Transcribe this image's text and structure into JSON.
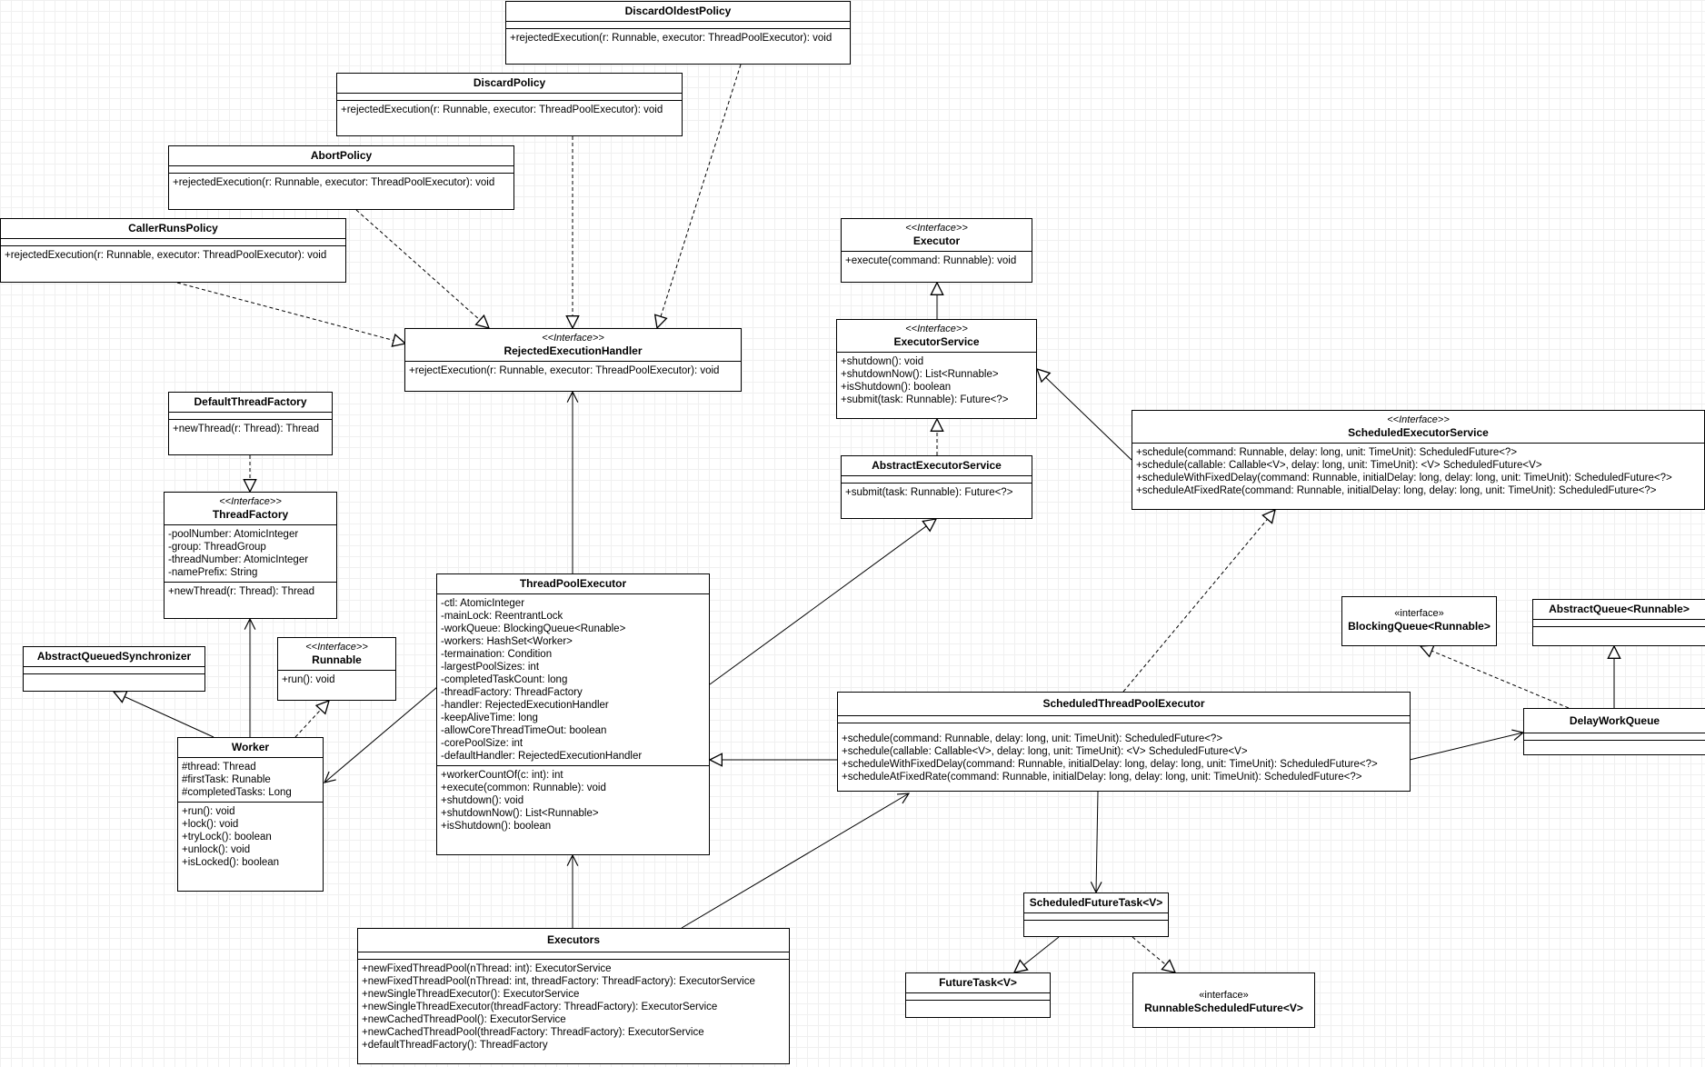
{
  "classes": {
    "discard_oldest": {
      "name": "DiscardOldestPolicy",
      "methods": [
        "+rejectedExecution(r: Runnable, executor: ThreadPoolExecutor): void"
      ]
    },
    "discard": {
      "name": "DiscardPolicy",
      "methods": [
        "+rejectedExecution(r: Runnable, executor: ThreadPoolExecutor): void"
      ]
    },
    "abort": {
      "name": "AbortPolicy",
      "methods": [
        "+rejectedExecution(r: Runnable, executor: ThreadPoolExecutor): void"
      ]
    },
    "caller_runs": {
      "name": "CallerRunsPolicy",
      "methods": [
        "+rejectedExecution(r: Runnable, executor: ThreadPoolExecutor): void"
      ]
    },
    "rejected_handler": {
      "stereotype": "<<Interface>>",
      "name": "RejectedExecutionHandler",
      "methods": [
        "+rejectExecution(r: Runnable, executor: ThreadPoolExecutor): void"
      ]
    },
    "executor": {
      "stereotype": "<<Interface>>",
      "name": "Executor",
      "methods": [
        "+execute(command: Runnable): void"
      ]
    },
    "executor_service": {
      "stereotype": "<<Interface>>",
      "name": "ExecutorService",
      "methods": [
        "+shutdown(): void",
        "+shutdownNow(): List<Runnable>",
        "+isShutdown(): boolean",
        "+submit(task: Runnable): Future<?>"
      ]
    },
    "abstract_executor_service": {
      "name": "AbstractExecutorService",
      "methods": [
        "+submit(task: Runnable): Future<?>"
      ]
    },
    "scheduled_executor_service": {
      "stereotype": "<<Interface>>",
      "name": "ScheduledExecutorService",
      "methods": [
        "+schedule(command: Runnable, delay: long, unit: TimeUnit): ScheduledFuture<?>",
        "+schedule(callable: Callable<V>, delay: long, unit: TimeUnit): <V> ScheduledFuture<V>",
        "+scheduleWithFixedDelay(command: Runnable, initialDelay: long, delay: long, unit: TimeUnit): ScheduledFuture<?>",
        "+scheduleAtFixedRate(command: Runnable, initialDelay: long, delay: long, unit: TimeUnit): ScheduledFuture<?>"
      ]
    },
    "default_thread_factory": {
      "name": "DefaultThreadFactory",
      "methods": [
        "+newThread(r: Thread): Thread"
      ]
    },
    "thread_factory": {
      "stereotype": "<<Interface>>",
      "name": "ThreadFactory",
      "fields": [
        "-poolNumber: AtomicInteger",
        "-group: ThreadGroup",
        "-threadNumber: AtomicInteger",
        "-namePrefix: String"
      ],
      "methods": [
        "+newThread(r: Thread): Thread"
      ]
    },
    "aqs": {
      "name": "AbstractQueuedSynchronizer"
    },
    "runnable": {
      "stereotype": "<<Interface>>",
      "name": "Runnable",
      "methods": [
        "+run(): void"
      ]
    },
    "worker": {
      "name": "Worker",
      "fields": [
        "#thread: Thread",
        "#firstTask: Runable",
        "#completedTasks: Long"
      ],
      "methods": [
        "+run(): void",
        "+lock(): void",
        "+tryLock(): boolean",
        "+unlock(): void",
        "+isLocked(): boolean"
      ]
    },
    "thread_pool_executor": {
      "name": "ThreadPoolExecutor",
      "fields": [
        "-ctl: AtomicInteger",
        "-mainLock: ReentrantLock",
        "-workQueue: BlockingQueue<Runable>",
        "-workers: HashSet<Worker>",
        "-termaination: Condition",
        "-largestPoolSizes: int",
        "-completedTaskCount: long",
        "-threadFactory: ThreadFactory",
        "-handler: RejectedExecutionHandler",
        "-keepAliveTime: long",
        "-allowCoreThreadTimeOut: boolean",
        "-corePoolSize: int",
        "-defaultHandler: RejectedExecutionHandler"
      ],
      "methods": [
        "+workerCountOf(c: int): int",
        "+execute(common: Runnable): void",
        "+shutdown(): void",
        "+shutdownNow(): List<Runnable>",
        "+isShutdown(): boolean"
      ]
    },
    "blocking_queue": {
      "stereotype": "«interface»",
      "name": "BlockingQueue<Runnable>"
    },
    "abstract_queue": {
      "name": "AbstractQueue<Runnable>"
    },
    "scheduled_tpe": {
      "name": "ScheduledThreadPoolExecutor",
      "methods": [
        "+schedule(command: Runnable, delay: long, unit: TimeUnit): ScheduledFuture<?>",
        "+schedule(callable: Callable<V>, delay: long, unit: TimeUnit): <V> ScheduledFuture<V>",
        "+scheduleWithFixedDelay(command: Runnable, initialDelay: long, delay: long, unit: TimeUnit): ScheduledFuture<?>",
        "+scheduleAtFixedRate(command: Runnable, initialDelay: long, delay: long, unit: TimeUnit): ScheduledFuture<?>"
      ]
    },
    "delay_work_queue": {
      "name": "DelayWorkQueue"
    },
    "scheduled_future_task": {
      "name": "ScheduledFutureTask<V>"
    },
    "future_task": {
      "name": "FutureTask<V>"
    },
    "runnable_scheduled_future": {
      "stereotype": "«interface»",
      "name": "RunnableScheduledFuture<V>"
    },
    "executors": {
      "name": "Executors",
      "methods": [
        "+newFixedThreadPool(nThread: int): ExecutorService",
        "+newFixedThreadPool(nThread: int, threadFactory: ThreadFactory): ExecutorService",
        "+newSingleThreadExecutor(): ExecutorService",
        "+newSingleThreadExecutor(threadFactory: ThreadFactory): ExecutorService",
        "+newCachedThreadPool(): ExecutorService",
        "+newCachedThreadPool(threadFactory: ThreadFactory): ExecutorService",
        "+defaultThreadFactory(): ThreadFactory"
      ]
    }
  }
}
